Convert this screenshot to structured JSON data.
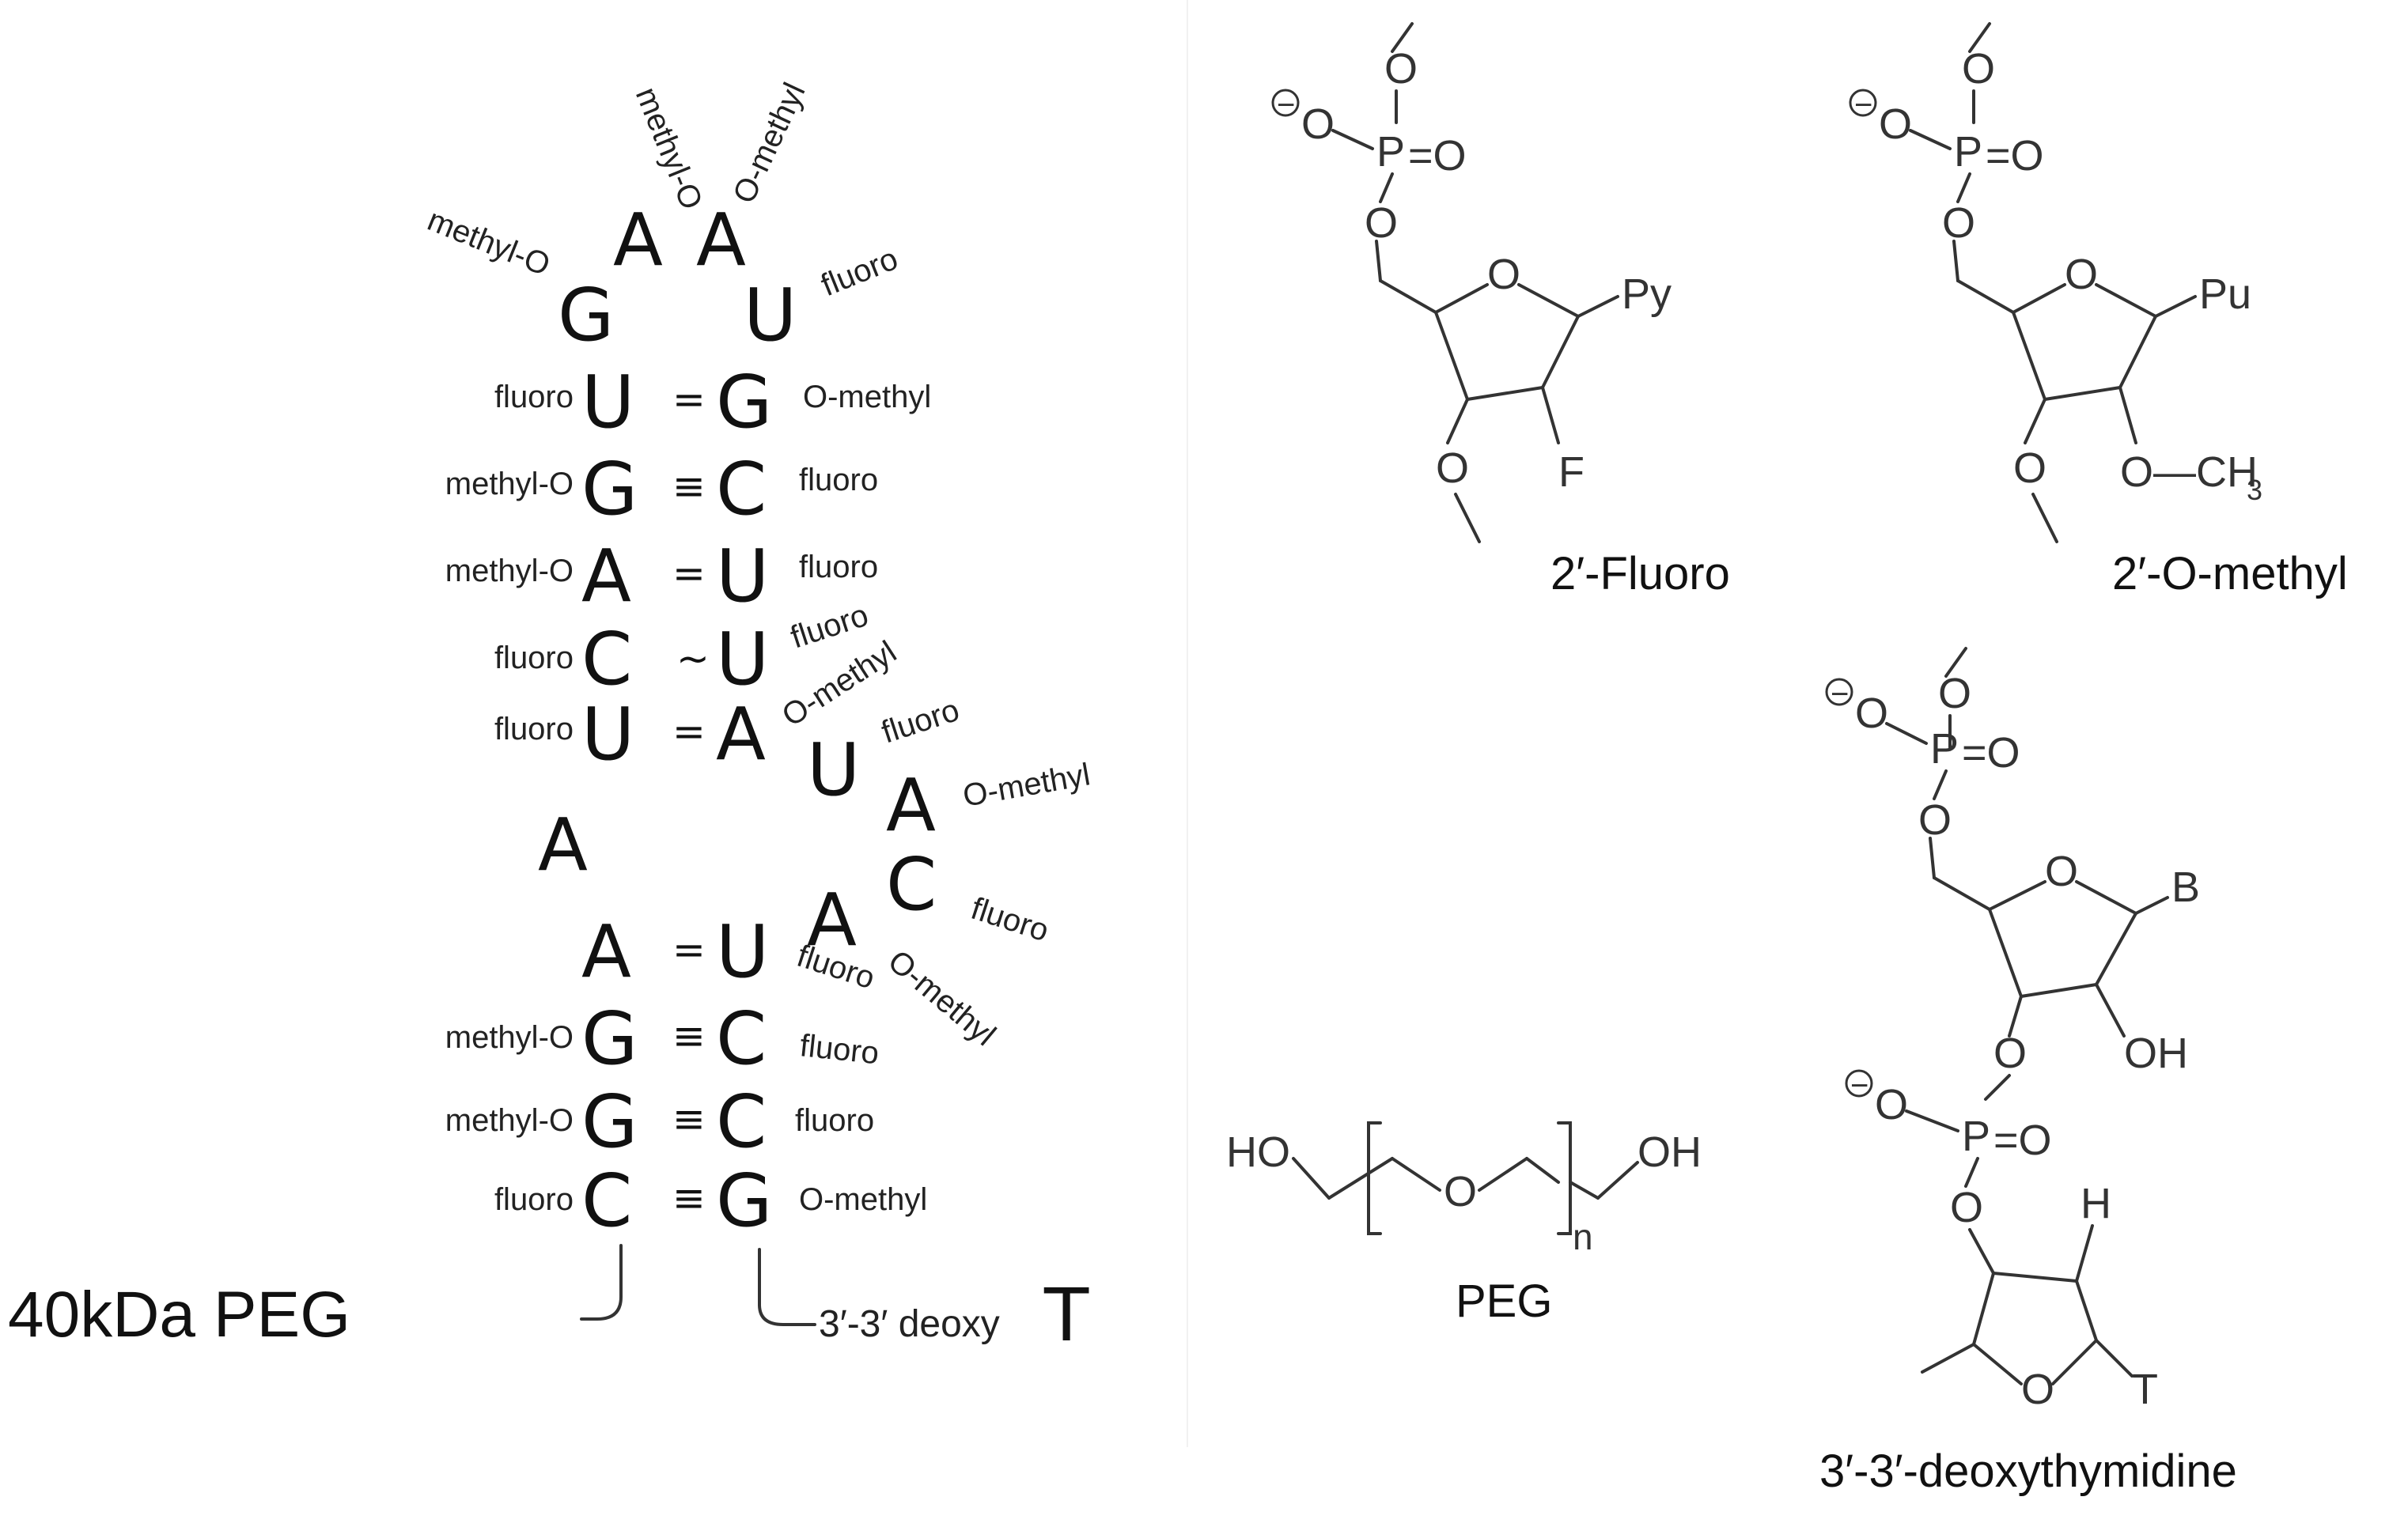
{
  "aptamer": {
    "peg_label": "40kDa PEG",
    "deoxy_label": "3′-3′ deoxy",
    "deoxy_nt": "T",
    "loop": [
      {
        "nt": "G",
        "mod": "methyl-O"
      },
      {
        "nt": "A",
        "mod": "methyl-O"
      },
      {
        "nt": "A",
        "mod": "O-methyl"
      },
      {
        "nt": "U",
        "mod": "fluoro"
      }
    ],
    "upper_stem": [
      {
        "left_mod": "fluoro",
        "left": "U",
        "bond": "=",
        "right": "G",
        "right_mod": "O-methyl"
      },
      {
        "left_mod": "methyl-O",
        "left": "G",
        "bond": "≡",
        "right": "C",
        "right_mod": "fluoro"
      },
      {
        "left_mod": "methyl-O",
        "left": "A",
        "bond": "=",
        "right": "U",
        "right_mod": "fluoro"
      },
      {
        "left_mod": "fluoro",
        "left": "C",
        "bond": "~",
        "right": "U",
        "right_mod": "fluoro"
      },
      {
        "left_mod": "fluoro",
        "left": "U",
        "bond": "=",
        "right": "A",
        "right_mod": "O-methyl"
      }
    ],
    "bulge_left": "A",
    "bulge_right": [
      {
        "nt": "U",
        "mod": "fluoro"
      },
      {
        "nt": "A",
        "mod": "O-methyl"
      },
      {
        "nt": "C",
        "mod": "fluoro"
      },
      {
        "nt": "A",
        "mod": "O-methyl"
      }
    ],
    "lower_stem": [
      {
        "left_mod": "",
        "left": "A",
        "bond": "=",
        "right": "U",
        "right_mod": "fluoro"
      },
      {
        "left_mod": "methyl-O",
        "left": "G",
        "bond": "≡",
        "right": "C",
        "right_mod": "fluoro"
      },
      {
        "left_mod": "methyl-O",
        "left": "G",
        "bond": "≡",
        "right": "C",
        "right_mod": "fluoro"
      },
      {
        "left_mod": "fluoro",
        "left": "C",
        "bond": "≡",
        "right": "G",
        "right_mod": "O-methyl"
      }
    ]
  },
  "structures": {
    "fluoro": {
      "caption": "2′-Fluoro",
      "base": "Py",
      "sub": "F"
    },
    "omethyl": {
      "caption": "2′-O-methyl",
      "base": "Pu",
      "sub": "O—CH",
      "sub_index": "3"
    },
    "deoxythymidine": {
      "caption": "3′-3′-deoxythymidine",
      "base": "B",
      "oh": "OH",
      "h": "H",
      "t": "T"
    },
    "peg": {
      "caption": "PEG",
      "ho": "HO",
      "oh": "OH",
      "o": "O",
      "n": "n"
    },
    "atoms": {
      "o": "O",
      "p": "P",
      "eq_o": "=O",
      "minus": "−"
    }
  }
}
